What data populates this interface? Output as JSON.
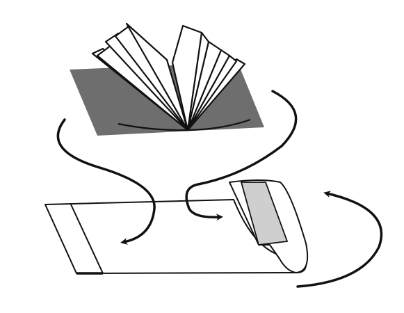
{
  "diagram": {
    "colors": {
      "background": "#ffffff",
      "stroke": "#111111",
      "shadow": "#6e6e6e",
      "page_fill": "#ffffff",
      "strip_fill": "#cfcfcf"
    },
    "elements": [
      {
        "id": "open-book",
        "kind": "illustration",
        "icon": "open-book-icon"
      },
      {
        "id": "book-shadow",
        "kind": "shape"
      },
      {
        "id": "rolled-sheet",
        "kind": "illustration",
        "icon": "rolled-paper-icon"
      },
      {
        "id": "gray-strip",
        "kind": "shape"
      },
      {
        "id": "arrow-left",
        "kind": "arrow",
        "icon": "curved-arrow-icon"
      },
      {
        "id": "arrow-middle",
        "kind": "arrow",
        "icon": "curved-arrow-icon"
      },
      {
        "id": "arrow-right",
        "kind": "arrow",
        "icon": "curved-arrow-icon"
      }
    ]
  }
}
